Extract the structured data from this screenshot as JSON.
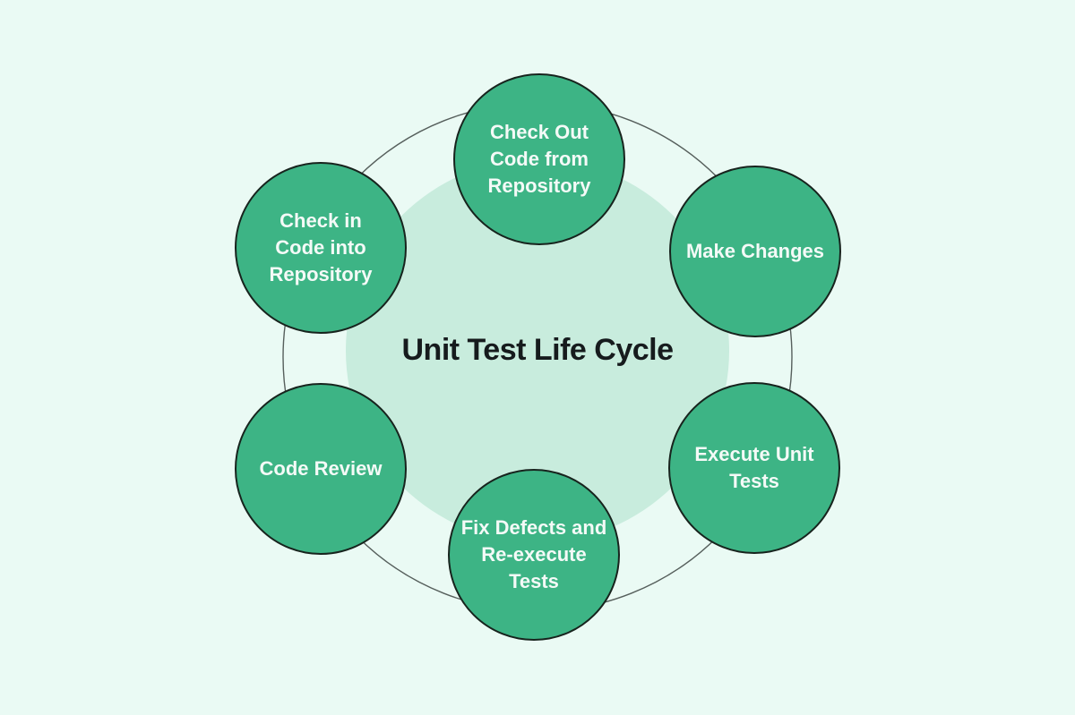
{
  "diagram": {
    "title": "Unit Test Life Cycle",
    "nodes": [
      {
        "id": "check-out-code-from-repository",
        "label": "Check Out\nCode from\nRepository"
      },
      {
        "id": "make-changes",
        "label": "Make Changes"
      },
      {
        "id": "execute-unit-tests",
        "label": "Execute Unit\nTests"
      },
      {
        "id": "fix-defects-and-re-execute-tests",
        "label": "Fix Defects and\nRe-execute\nTests"
      },
      {
        "id": "code-review",
        "label": "Code Review"
      },
      {
        "id": "check-in-code-into-repository",
        "label": "Check in\nCode into\nRepository"
      }
    ],
    "colors": {
      "background": "#eafaf4",
      "center_circle": "#c8ecdd",
      "node_fill": "#3db485",
      "node_border": "#17231d",
      "node_text": "#f4faf7",
      "ring_stroke": "#565f5c",
      "title_text": "#161b1d"
    }
  }
}
